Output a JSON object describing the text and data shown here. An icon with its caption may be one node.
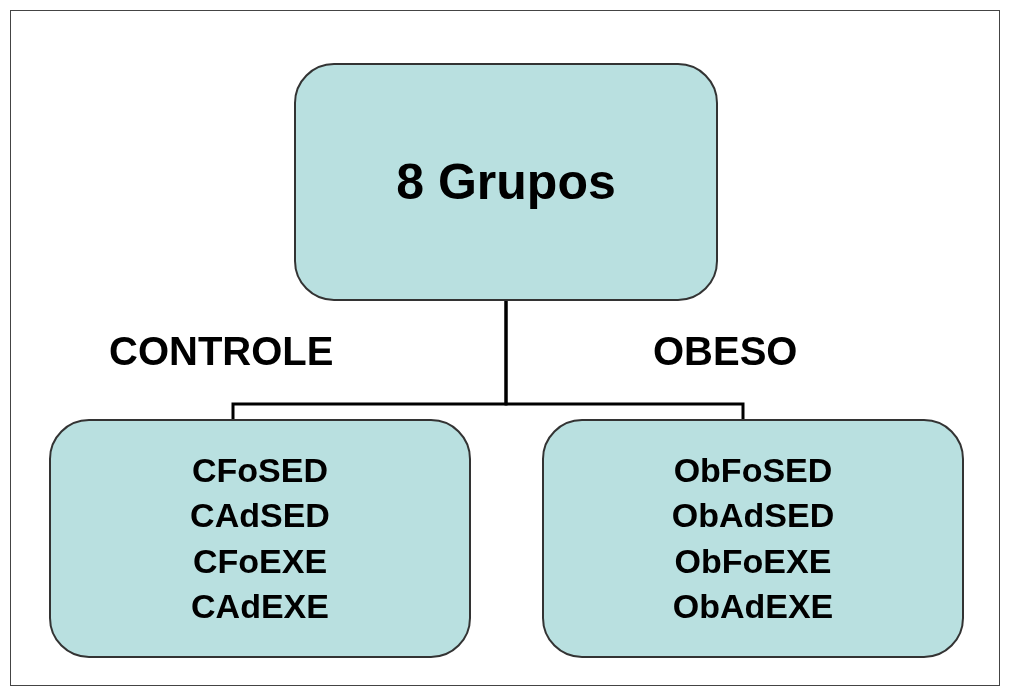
{
  "diagram": {
    "nodes": [
      {
        "text": [
          "8 Grupos"
        ]
      },
      {
        "text": [
          "CFoSED",
          "CAdSED",
          "CFoEXE",
          "CAdEXE"
        ]
      },
      {
        "text": [
          "ObFoSED",
          "ObAdSED",
          "ObFoEXE",
          "ObAdEXE"
        ]
      }
    ],
    "edges": [
      {
        "from": 0,
        "to": 1,
        "arrow": "none",
        "label": "CONTROLE"
      },
      {
        "from": 0,
        "to": 2,
        "arrow": "none",
        "label": "OBESO"
      }
    ]
  }
}
